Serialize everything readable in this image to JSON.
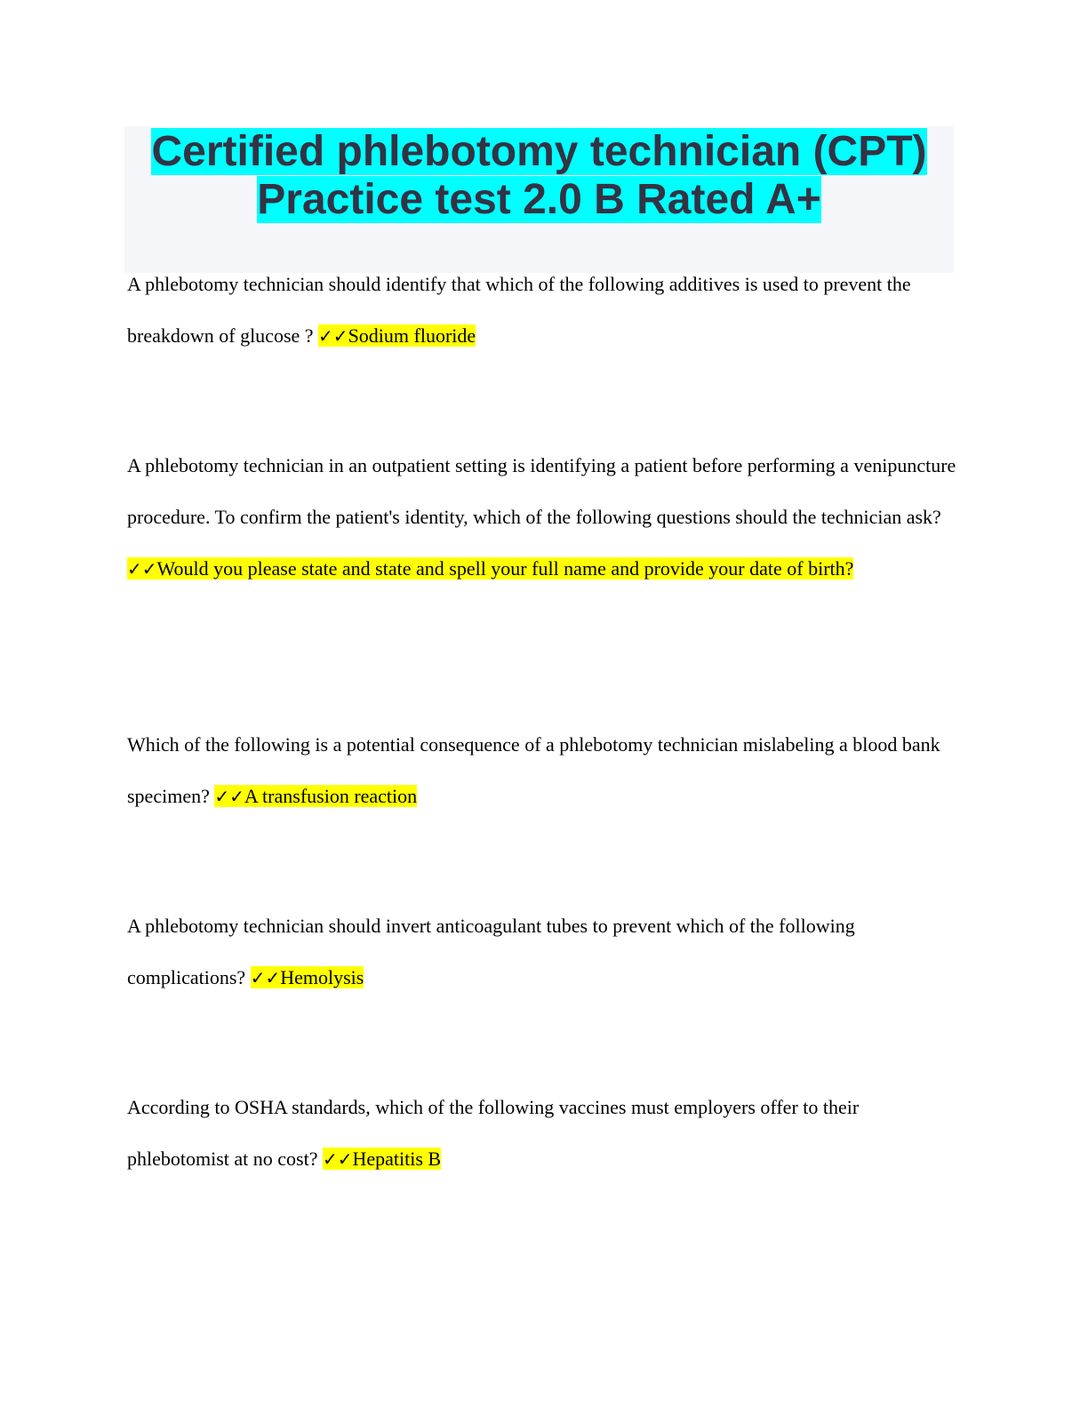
{
  "title": {
    "line1": "Certified phlebotomy technician (CPT)",
    "line2": "Practice test 2.0 B Rated A+"
  },
  "check_mark": "✓✓",
  "highlight_color": "#ffff00",
  "title_highlight_color": "#00ffff",
  "questions": [
    {
      "question": "A phlebotomy technician should identify that which of the following additives is used to prevent the breakdown of glucose ?",
      "answer": "Sodium fluoride"
    },
    {
      "question": "A phlebotomy technician in an outpatient setting is identifying a patient before performing a venipuncture procedure. To confirm the patient's identity, which of the following questions should the technician ask?",
      "answer": "Would you please state and state and spell your full name and provide your date of birth?"
    },
    {
      "question": "Which of the following is a potential consequence of a phlebotomy technician mislabeling a blood bank specimen?",
      "answer": "A transfusion reaction"
    },
    {
      "question": "A phlebotomy technician should invert anticoagulant tubes to prevent which of the following complications?",
      "answer": "Hemolysis"
    },
    {
      "question": "According to OSHA standards, which of the following vaccines must employers offer to their phlebotomist at no cost?",
      "answer": "Hepatitis B"
    }
  ]
}
